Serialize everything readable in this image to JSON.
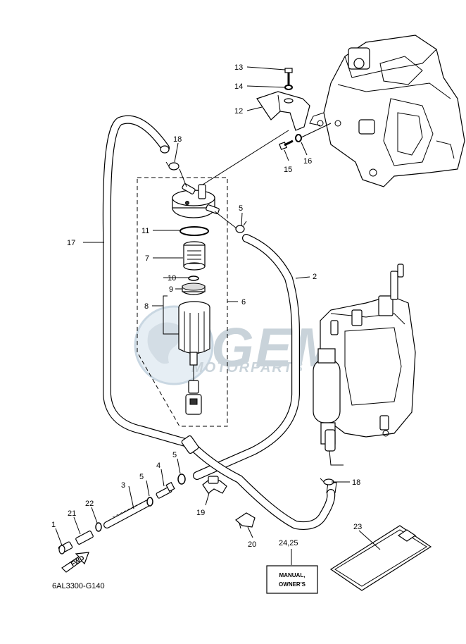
{
  "diagram": {
    "code": "6AL3300-G140",
    "manual_label_line1": "MANUAL,",
    "manual_label_line2": "OWNER'S",
    "fwd_label": "FWD",
    "watermark_brand": "GEM",
    "watermark_sub": "MOTORPARTS",
    "callouts": {
      "c1": "1",
      "c2": "2",
      "c3": "3",
      "c4": "4",
      "c5a": "5",
      "c5b": "5",
      "c5c": "5",
      "c6": "6",
      "c7": "7",
      "c8": "8",
      "c9": "9",
      "c10": "10",
      "c11": "11",
      "c12": "12",
      "c13": "13",
      "c14": "14",
      "c15": "15",
      "c16": "16",
      "c17": "17",
      "c18a": "18",
      "c18b": "18",
      "c19": "19",
      "c20": "20",
      "c21": "21",
      "c22": "22",
      "c23": "23",
      "c2425": "24,25"
    }
  }
}
